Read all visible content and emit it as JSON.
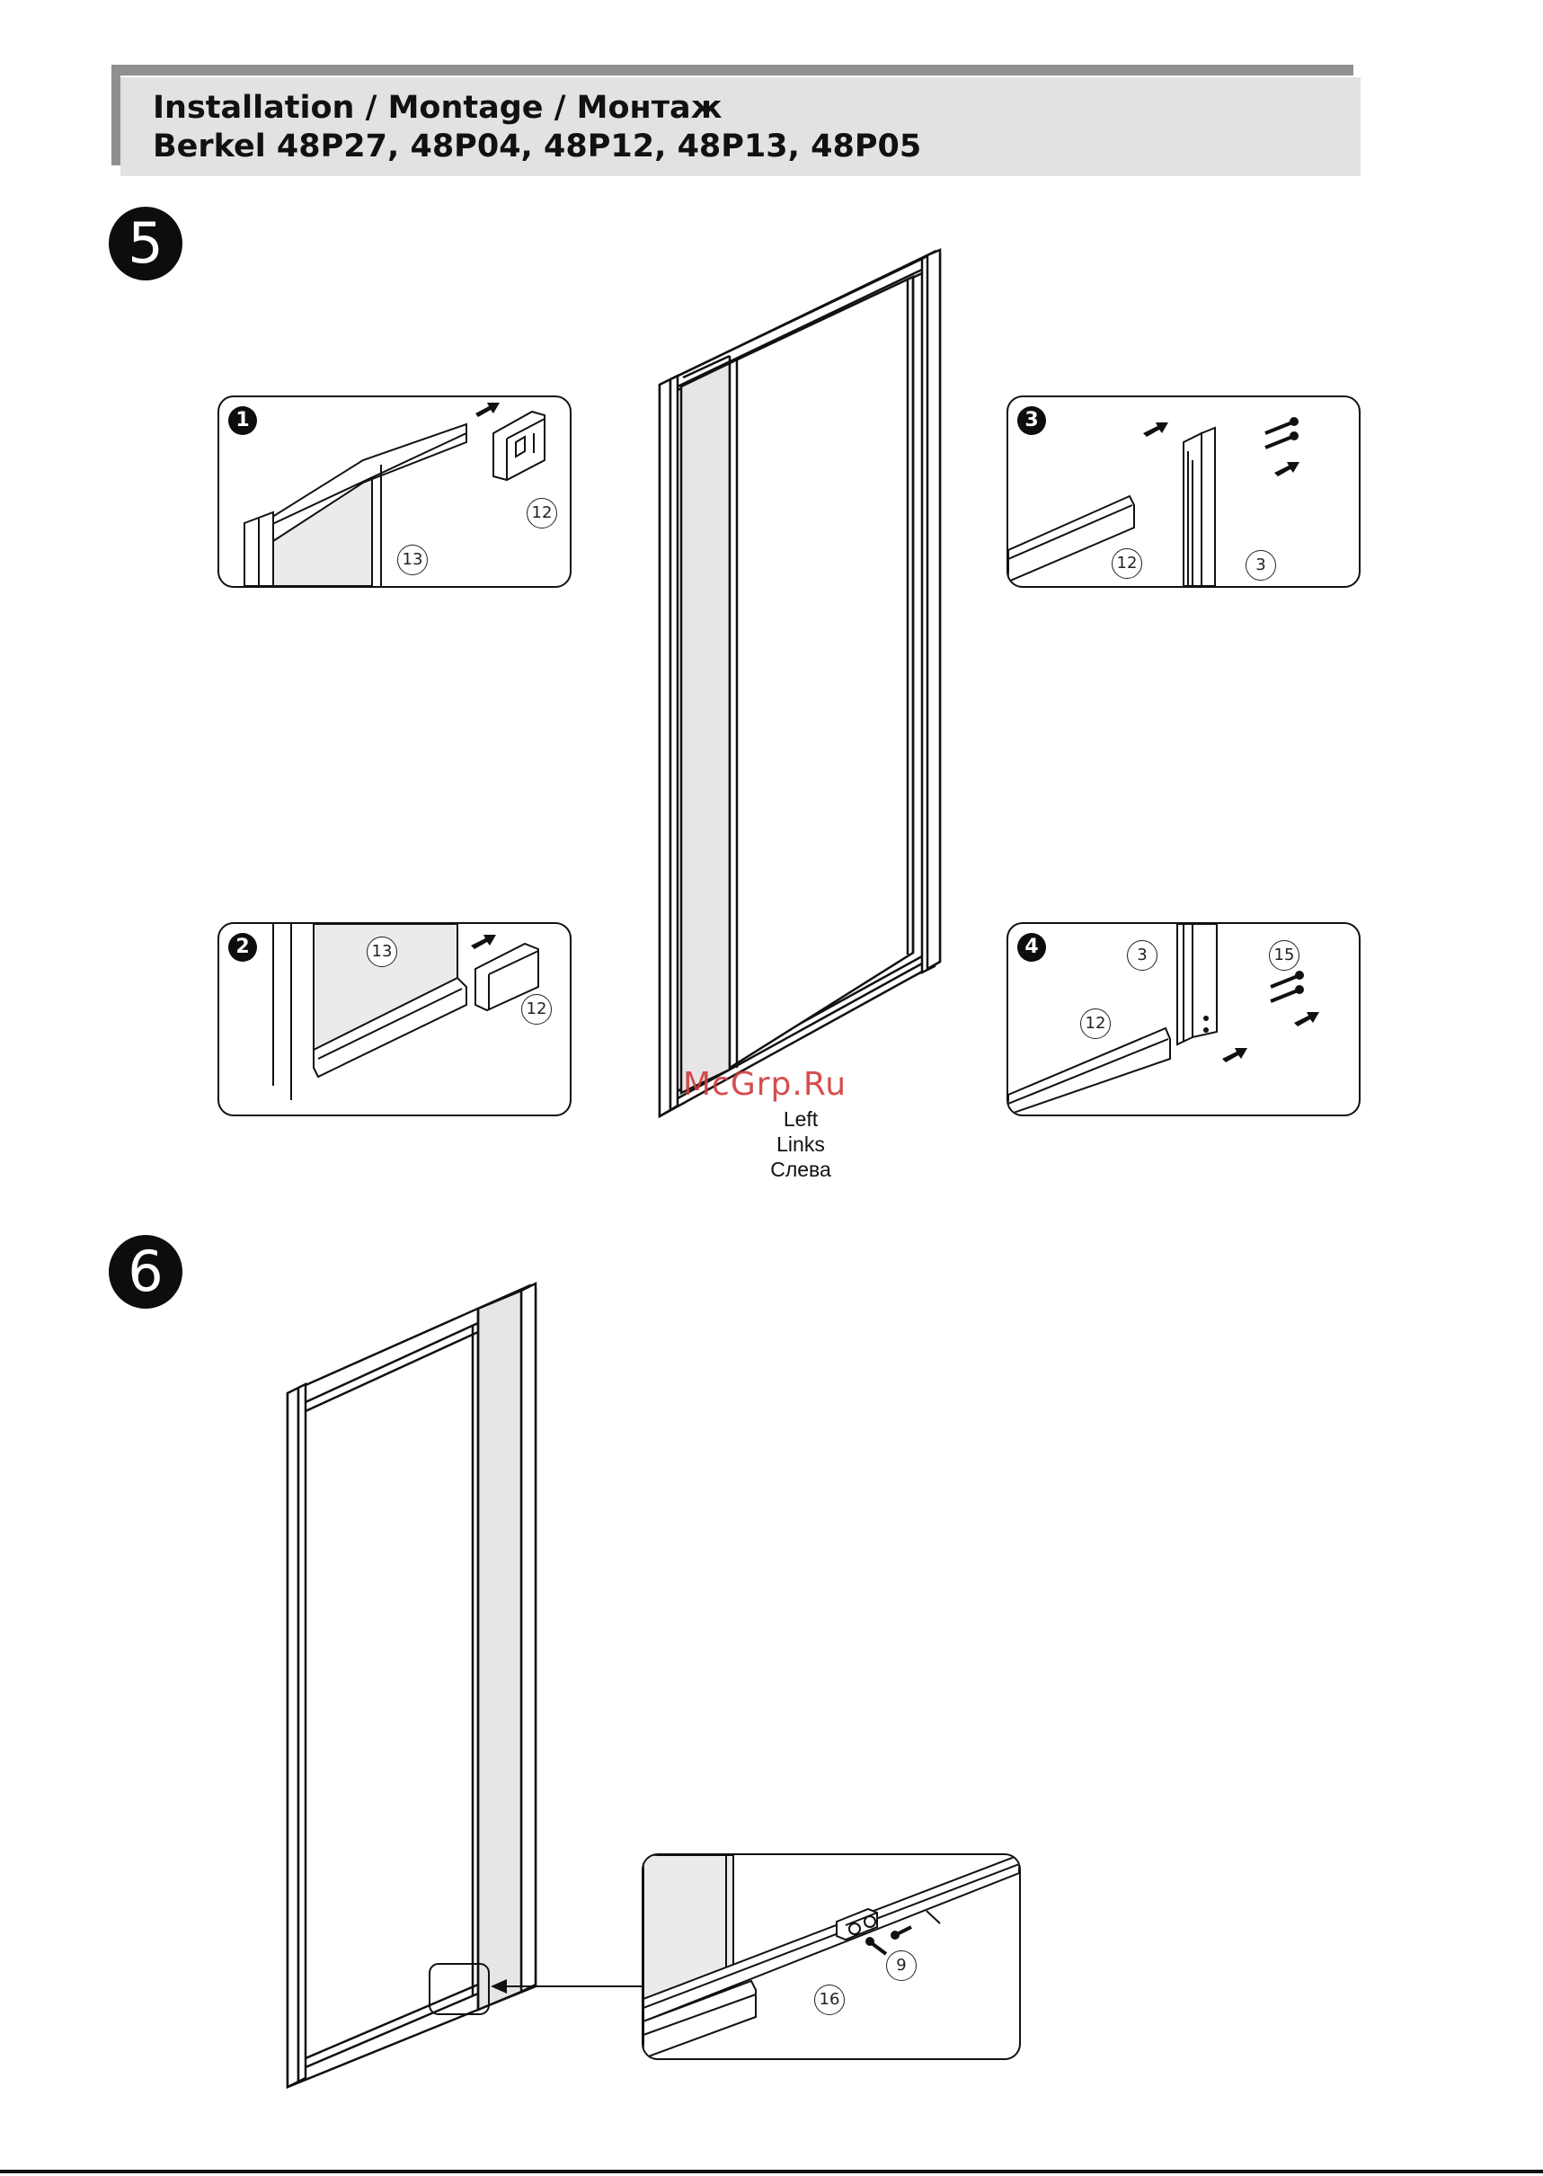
{
  "header": {
    "title": "Installation / Montage / Монтаж",
    "models": "Berkel 48P27, 48P04, 48P12, 48P13, 48P05"
  },
  "steps": [
    {
      "number": "5",
      "insets": [
        {
          "badge": "1",
          "parts": [
            "12",
            "13"
          ]
        },
        {
          "badge": "2",
          "parts": [
            "13",
            "12"
          ]
        },
        {
          "badge": "3",
          "parts": [
            "12",
            "3"
          ]
        },
        {
          "badge": "4",
          "parts": [
            "3",
            "15",
            "12"
          ]
        }
      ],
      "side_label": [
        "Left",
        "Links",
        "Слева"
      ]
    },
    {
      "number": "6",
      "detail_parts": [
        "9",
        "16"
      ]
    }
  ],
  "watermark": "McGrp.Ru"
}
